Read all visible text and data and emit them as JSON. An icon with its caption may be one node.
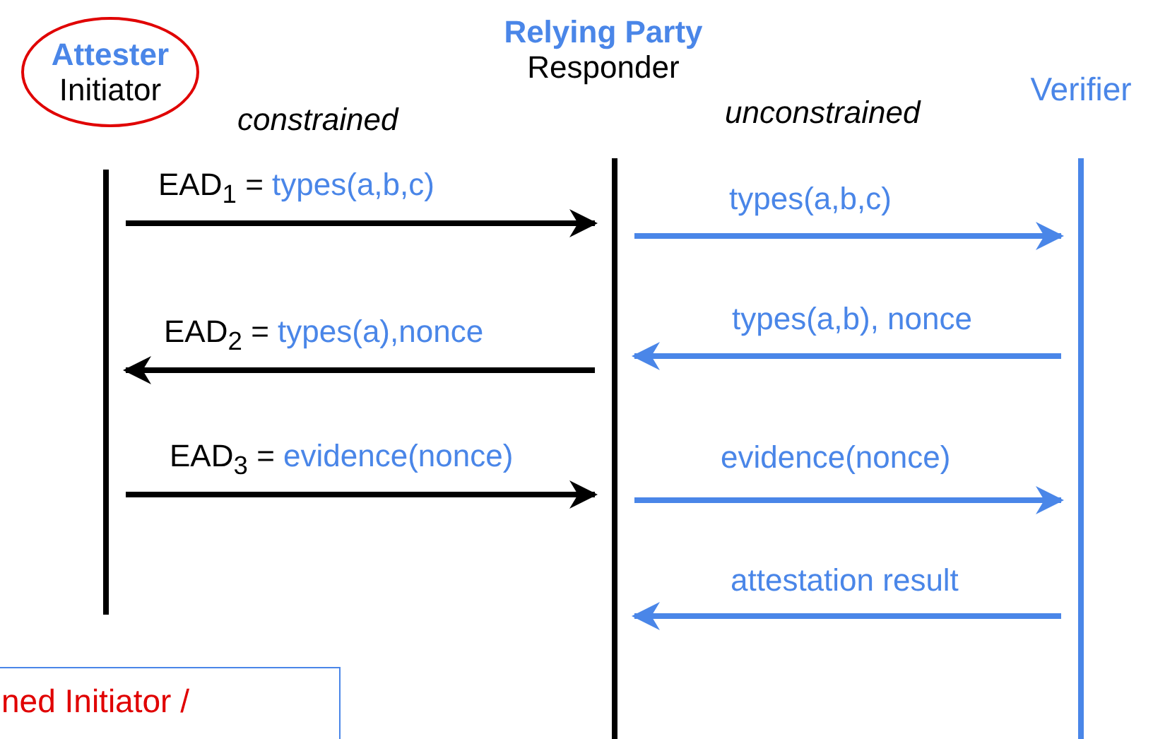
{
  "diagram": {
    "nodes": [
      {
        "text": [
          "Attester",
          "Initiator"
        ]
      },
      {
        "text": [
          "Relying Party",
          "Responder"
        ]
      },
      {
        "text": [
          "Verifier"
        ]
      },
      {
        "text": [],
        "shape": "bar"
      },
      {
        "text": [],
        "shape": "bar"
      },
      {
        "text": [],
        "shape": "bar"
      },
      {
        "text": [
          "ned Initiator /"
        ]
      }
    ],
    "edges": [
      {
        "from": 3,
        "to": 4,
        "arrow": "to",
        "label": "EAD$_{1}$ = types(a,b,c)",
        "color": "#000000"
      },
      {
        "from": 4,
        "to": 5,
        "arrow": "to",
        "label": "types(a,b,c)"
      },
      {
        "from": 5,
        "to": 4,
        "arrow": "to",
        "label": "types(a,b), nonce"
      },
      {
        "from": 4,
        "to": 3,
        "arrow": "to",
        "label": "EAD$_{2}$ = types(a),nonce",
        "color": "#000000"
      },
      {
        "from": 3,
        "to": 4,
        "arrow": "to",
        "label": "EAD$_{3}$ = evidence(nonce)",
        "color": "#000000"
      },
      {
        "from": 4,
        "to": 5,
        "arrow": "to",
        "label": "evidence(nonce)"
      },
      {
        "from": 5,
        "to": 4,
        "arrow": "to",
        "label": "attestation result"
      }
    ],
    "labels": [
      "constrained",
      "unconstrained"
    ]
  }
}
